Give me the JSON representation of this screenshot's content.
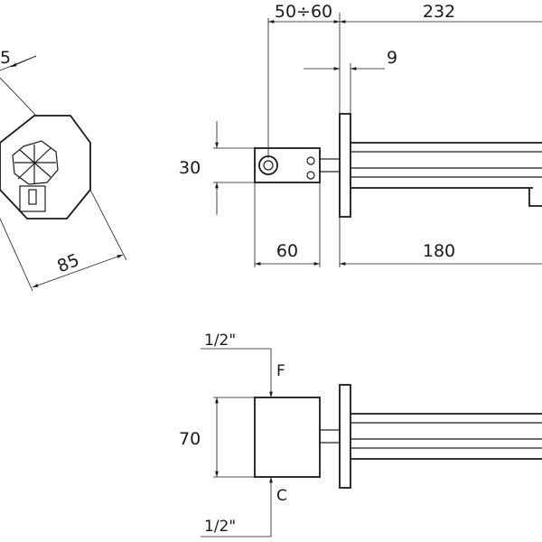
{
  "top_view": {
    "dim_overall_width": "232",
    "dim_distance": "50÷60",
    "dim_flange": "9",
    "dim_height": "30",
    "dim_body": "60",
    "dim_spout": "180"
  },
  "front_view": {
    "dim_diameter": "85",
    "dim_partial": "5"
  },
  "bottom_view": {
    "dim_height": "70",
    "inlet_top_size": "1/2\"",
    "inlet_top_label": "F",
    "inlet_bottom_size": "1/2\"",
    "inlet_bottom_label": "C"
  }
}
